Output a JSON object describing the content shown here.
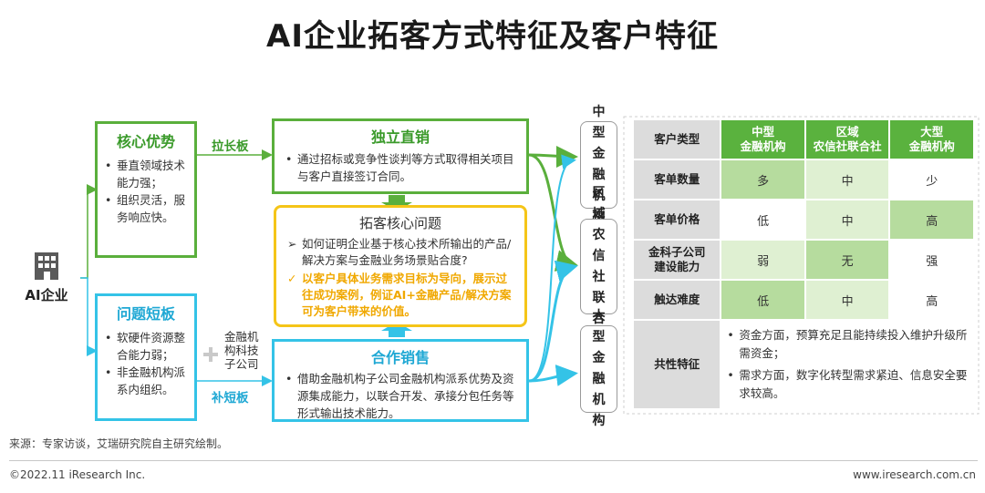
{
  "title": "AI企业拓客方式特征及客户特征",
  "left": {
    "entity": "AI企业",
    "strengths": {
      "title": "核心优势",
      "items": [
        "垂直领域技术能力强；",
        "组织灵活，服务响应快。"
      ]
    },
    "weakness": {
      "title": "问题短板",
      "items": [
        "软硬件资源整合能力弱；",
        "非金融机构派系内组织。"
      ]
    }
  },
  "connectors": {
    "lengthen": "拉长板",
    "fill_gap": "补短板",
    "plus_note": "金融机构科技子公司"
  },
  "direct_sales": {
    "title": "独立直销",
    "items": [
      "通过招标或竞争性谈判等方式取得相关项目与客户直接签订合同。"
    ]
  },
  "core_problem": {
    "title": "拓客核心问题",
    "question": "如何证明企业基于核心技术所输出的产品/解决方案与金融业务场景贴合度?",
    "answer": "以客户具体业务需求目标为导向，展示过往成功案例，例证AI+金融产品/解决方案可为客户带来的价值。"
  },
  "coop_sales": {
    "title": "合作销售",
    "items": [
      "借助金融机构子公司金融机构派系优势及资源集成能力，以联合开发、承接分包任务等形式输出技术能力。"
    ]
  },
  "targets": [
    "中型金融机构",
    "区域农信社联合社",
    "大型金融机构"
  ],
  "table": {
    "header": [
      "客户类型",
      "中型\n金融机构",
      "区域\n农信社联合社",
      "大型\n金融机构"
    ],
    "rows": [
      {
        "label": "客单数量",
        "values": [
          "多",
          "中",
          "少"
        ]
      },
      {
        "label": "客单价格",
        "values": [
          "低",
          "中",
          "高"
        ]
      },
      {
        "label": "金科子公司\n建设能力",
        "values": [
          "弱",
          "无",
          "强"
        ]
      },
      {
        "label": "触达难度",
        "values": [
          "低",
          "中",
          "高"
        ]
      }
    ],
    "common": {
      "label": "共性特征",
      "items": [
        "资金方面，预算充足且能持续投入维护升级所需资金；",
        "需求方面，数字化转型需求紧迫、信息安全要求较高。"
      ]
    },
    "colors": {
      "header": "#5ab23e",
      "dark": "#b6dc9e",
      "light": "#dff0d2",
      "label": "#dcdcdc"
    }
  },
  "source": "来源：专家访谈，艾瑞研究院自主研究绘制。",
  "copyright": "©2022.11 iResearch Inc.",
  "website": "www.iresearch.com.cn",
  "icons": {
    "building": "building-icon",
    "plus": "plus-icon"
  }
}
